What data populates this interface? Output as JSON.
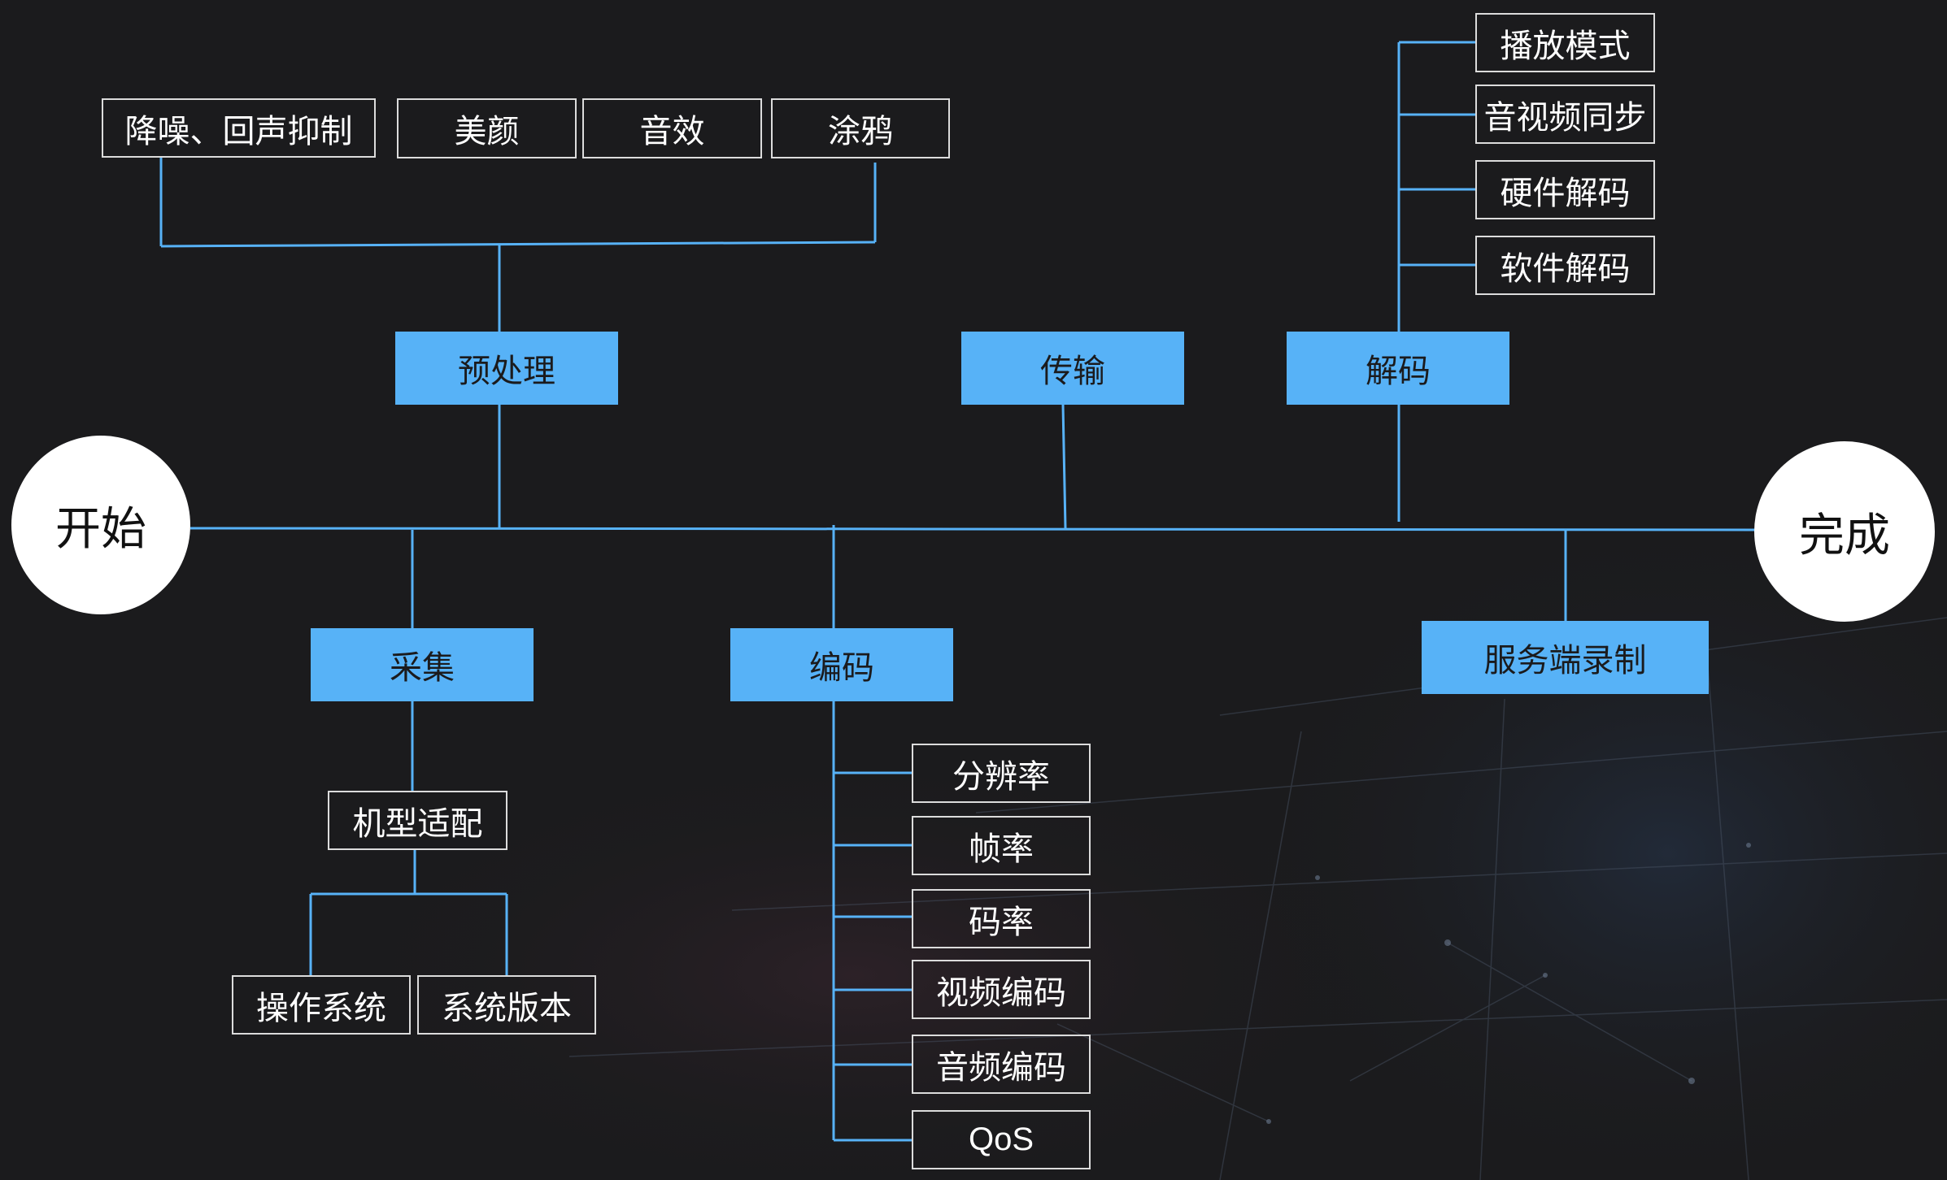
{
  "colors": {
    "background": "#1b1b1d",
    "main_node": "#57b2f7",
    "connector": "#57b2f7",
    "sub_border": "#dcdcdc",
    "circle": "#ffffff"
  },
  "endpoints": {
    "start": "开始",
    "end": "完成"
  },
  "main_nodes": {
    "preprocess": "预处理",
    "transport": "传输",
    "decode": "解码",
    "capture": "采集",
    "encode": "编码",
    "server_record": "服务端录制"
  },
  "preprocess_items": [
    "降噪、回声抑制",
    "美颜",
    "音效",
    "涂鸦"
  ],
  "decode_items": [
    "播放模式",
    "音视频同步",
    "硬件解码",
    "软件解码"
  ],
  "capture_items": {
    "device_adapt": "机型适配",
    "os": "操作系统",
    "system_version": "系统版本"
  },
  "encode_items": [
    "分辨率",
    "帧率",
    "码率",
    "视频编码",
    "音频编码",
    "QoS"
  ]
}
